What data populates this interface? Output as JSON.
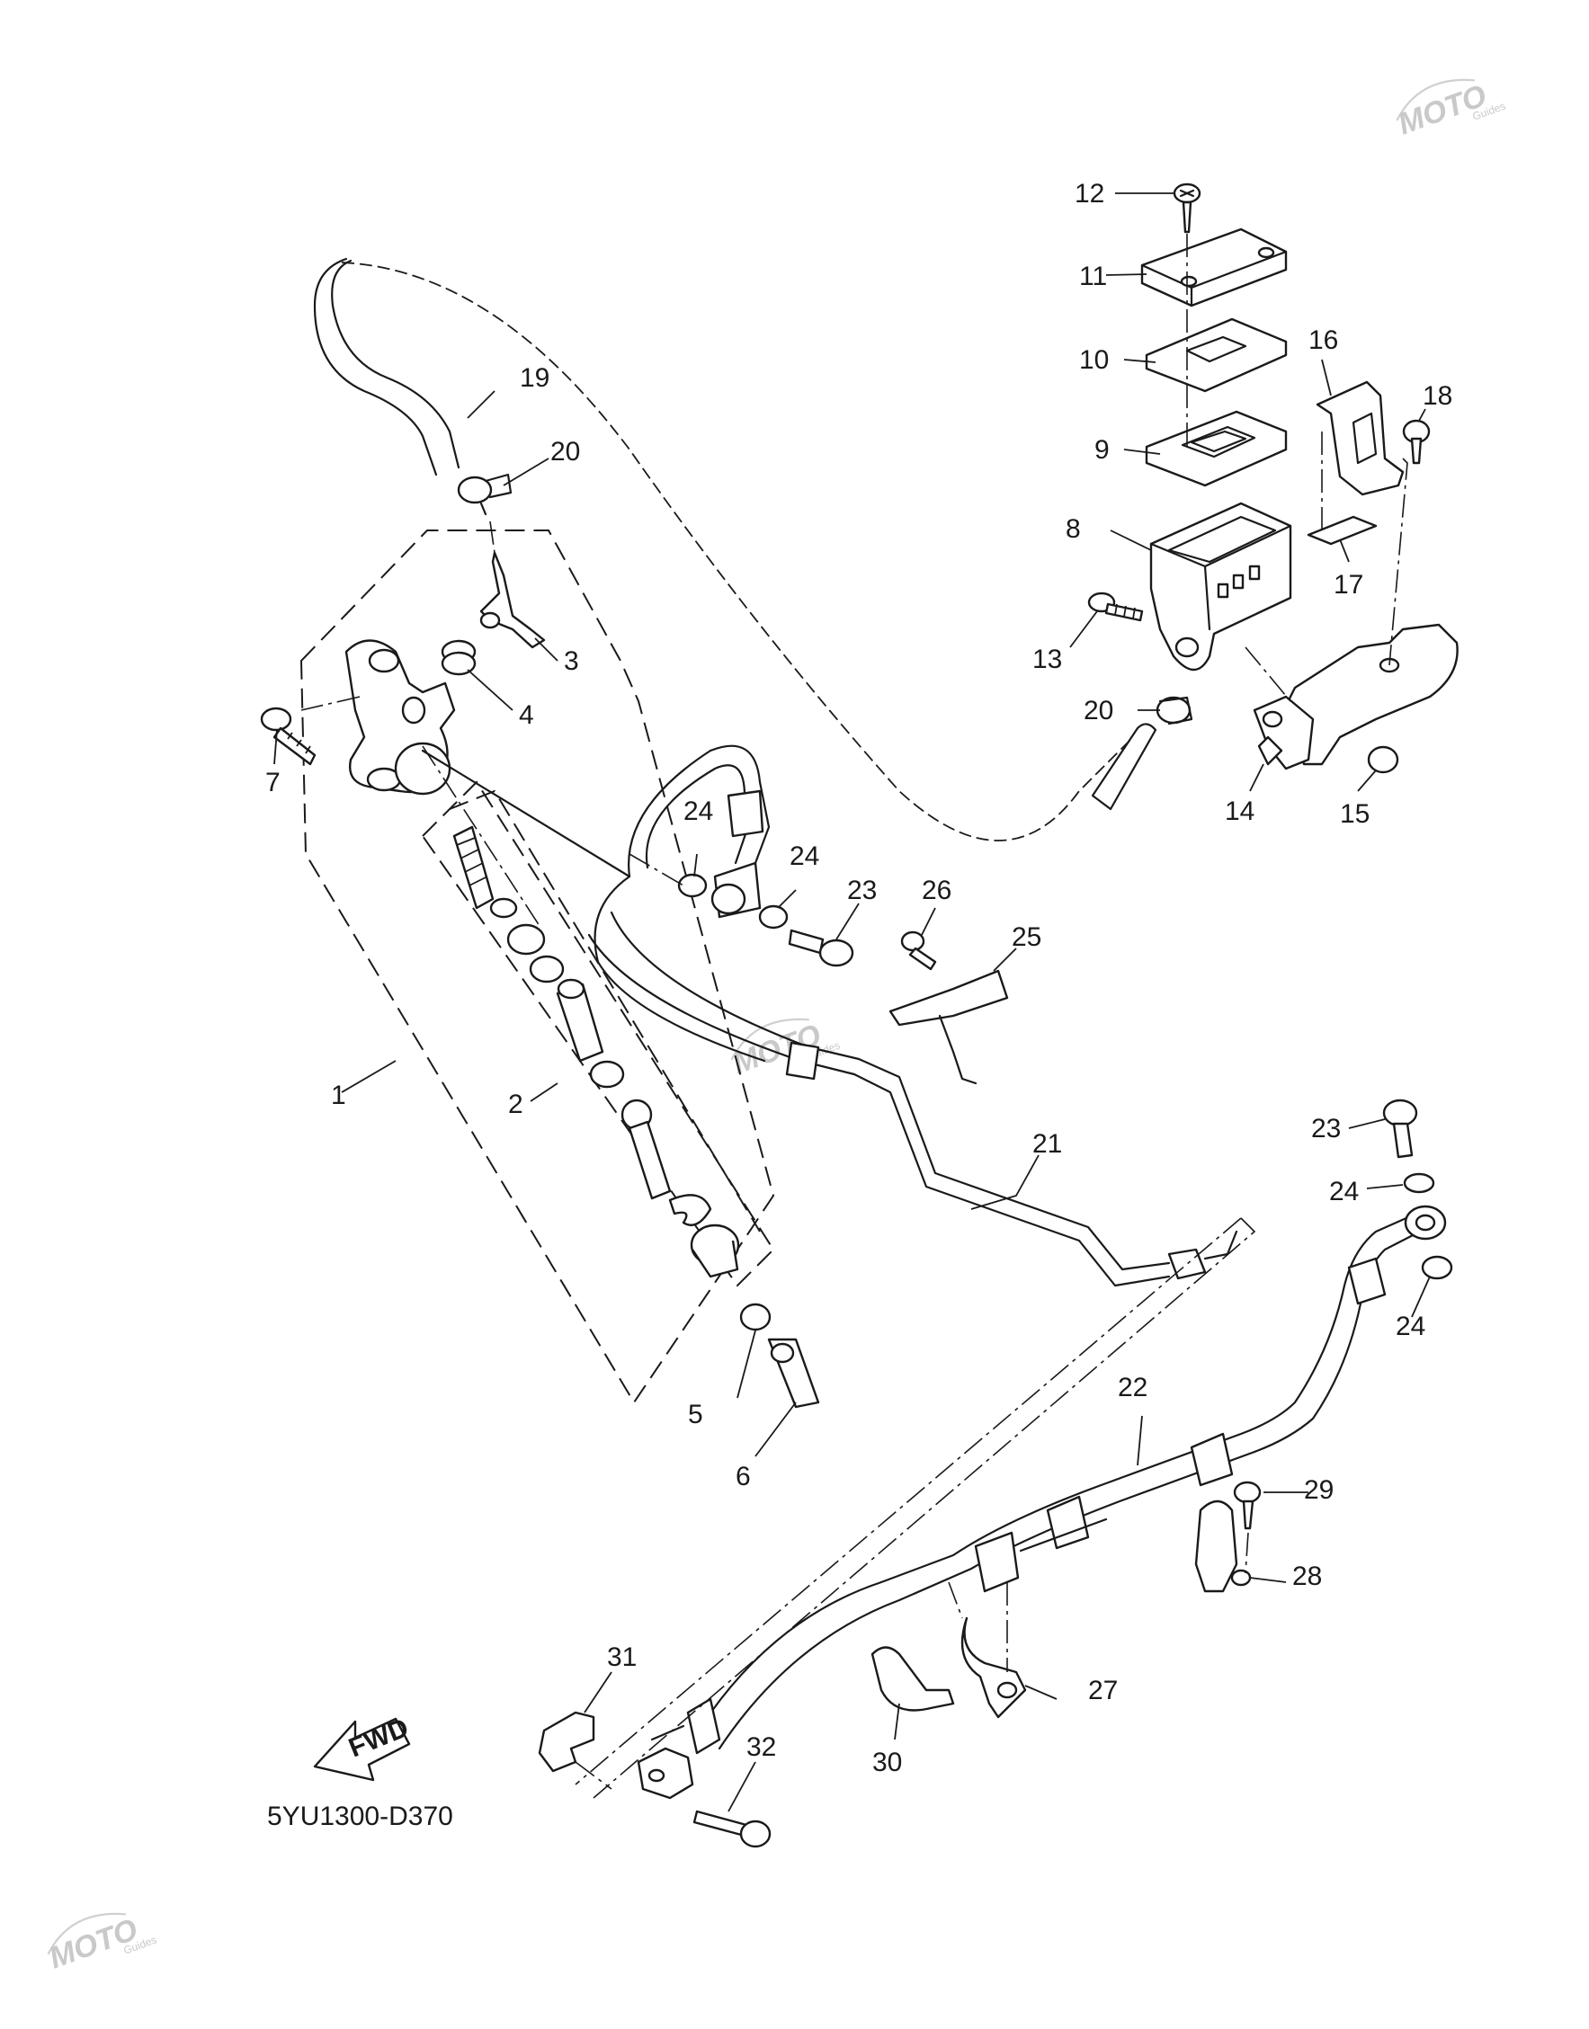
{
  "diagram_code": "5YU1300-D370",
  "fwd_label": "FWD",
  "watermark": {
    "brand": "MOTO",
    "sub": "Guides"
  },
  "callouts": [
    "1",
    "2",
    "3",
    "4",
    "5",
    "6",
    "7",
    "8",
    "9",
    "10",
    "11",
    "12",
    "13",
    "14",
    "15",
    "16",
    "17",
    "18",
    "19",
    "20",
    "20",
    "21",
    "22",
    "23",
    "23",
    "24",
    "24",
    "24",
    "24",
    "25",
    "26",
    "27",
    "28",
    "29",
    "30",
    "31",
    "32"
  ]
}
